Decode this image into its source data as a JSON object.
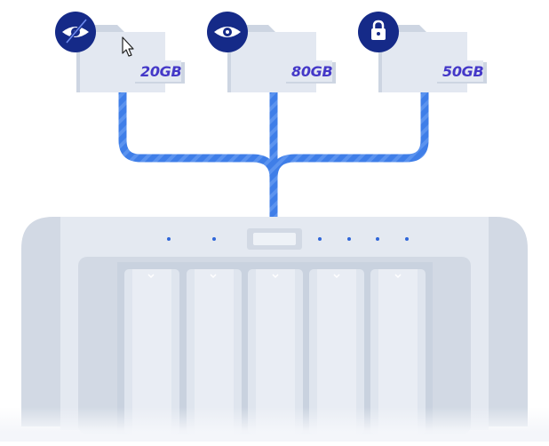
{
  "colors": {
    "icon_badge": "#152a88",
    "cable": "#3f7ee8",
    "folder": "#e3e8f1",
    "folder_shadow": "#cdd5e2",
    "nas_body": "#e4e9f1",
    "nas_side": "#d2d9e4",
    "led": "#2f66d8",
    "label": "#4438c8"
  },
  "folders": [
    {
      "icon": "eye-slash-icon",
      "size_label": "20GB"
    },
    {
      "icon": "eye-icon",
      "size_label": "80GB"
    },
    {
      "icon": "lock-icon",
      "size_label": "50GB"
    }
  ],
  "nas": {
    "drive_bays": 5,
    "status_leds": 6
  }
}
